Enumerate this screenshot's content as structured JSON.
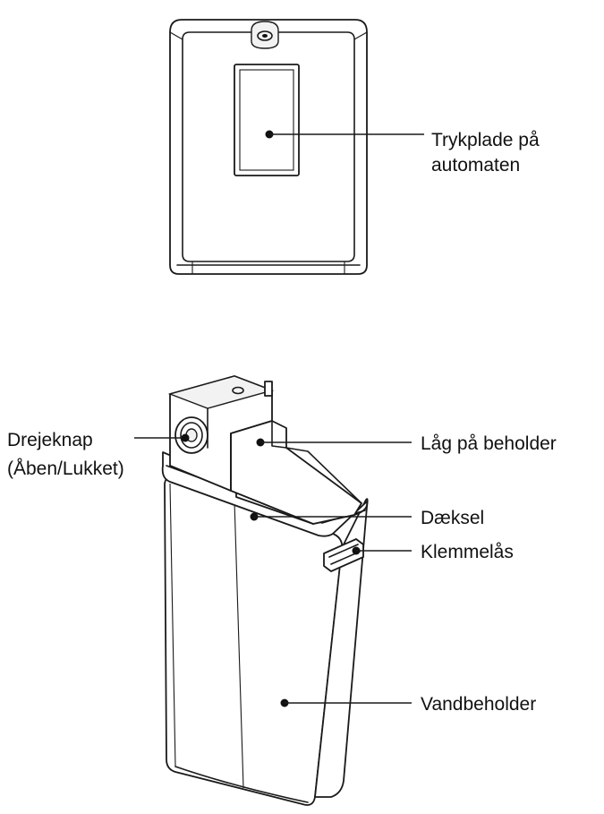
{
  "labels": {
    "press_plate_line1": "Trykplade på",
    "press_plate_line2": "automaten",
    "knob_line1": "Drejeknap",
    "knob_line2": "(Åben/Lukket)",
    "lid": "Låg på beholder",
    "cover": "Dæksel",
    "clamp": "Klemmelås",
    "tank": "Vandbeholder"
  },
  "colors": {
    "line": "#1a1a1a",
    "background": "#ffffff"
  }
}
